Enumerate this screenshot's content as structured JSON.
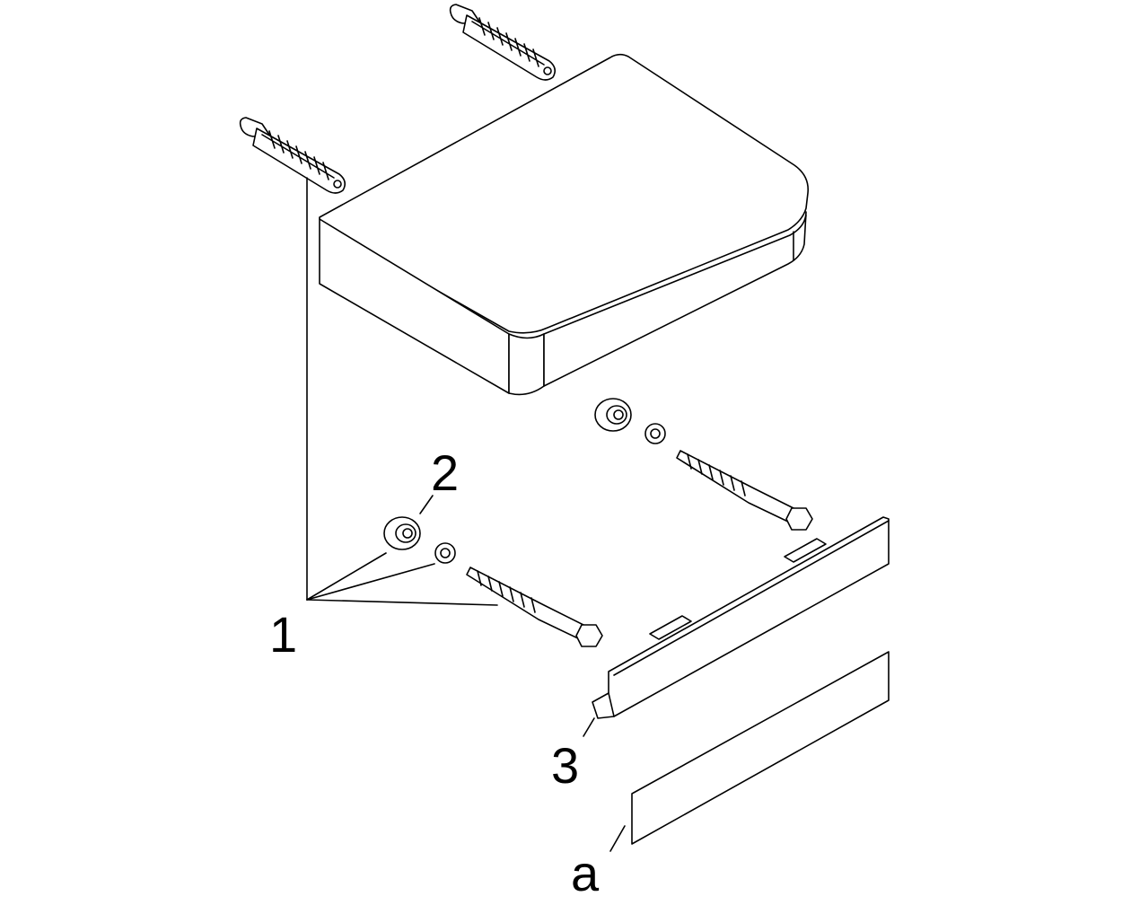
{
  "callouts": {
    "part_1": "1",
    "part_2": "2",
    "part_3": "3",
    "part_a": "a"
  }
}
